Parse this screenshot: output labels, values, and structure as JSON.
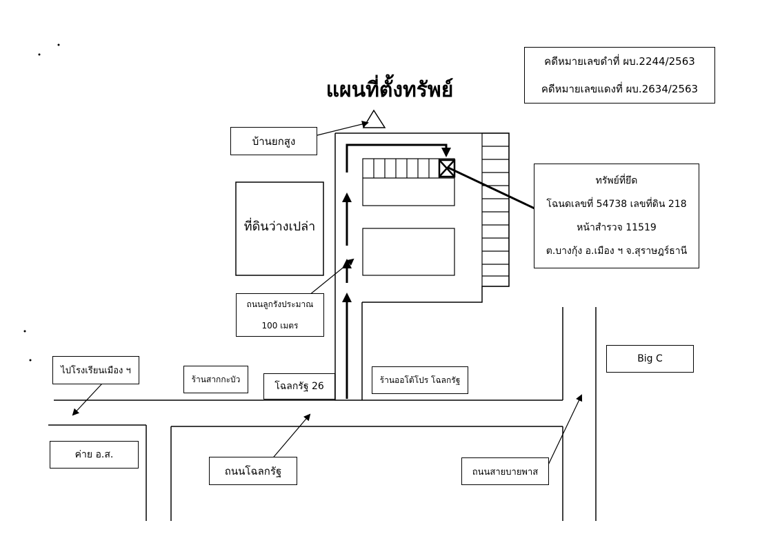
{
  "title": "แผนที่ตั้งทรัพย์",
  "case_numbers": {
    "black": "คดีหมายเลขดำที่ ผบ.2244/2563",
    "red": "คดีหมายเลขแดงที่ ผบ.2634/2563"
  },
  "seized_property": {
    "heading": "ทรัพย์ที่ยึด",
    "deed": "โฉนดเลขที่ 54738 เลขที่ดิน 218",
    "survey": "หน้าสำรวจ 11519",
    "location": "ต.บางกุ้ง อ.เมือง ฯ จ.สุราษฎร์ธานี"
  },
  "labels": {
    "raised_house": "บ้านยกสูง",
    "vacant_land": "ที่ดินว่างเปล่า",
    "gravel_road_line1": "ถนนลูกรังประมาณ",
    "gravel_road_line2": "100 เมตร",
    "to_school": "ไปโรงเรียนเมือง ฯ",
    "lottery_shop": "ร้านสากกะบัว",
    "soi": "โฉลกรัฐ 26",
    "auto_shop": "ร้านออโต้โปร โฉลกรัฐ",
    "big_c": "Big C",
    "camp": "ค่าย อ.ส.",
    "main_road": "ถนนโฉลกรัฐ",
    "bypass_road": "ถนนสายบายพาส"
  },
  "icons": [
    "north-triangle-icon",
    "property-x-marker-icon",
    "route-arrow-icon"
  ]
}
